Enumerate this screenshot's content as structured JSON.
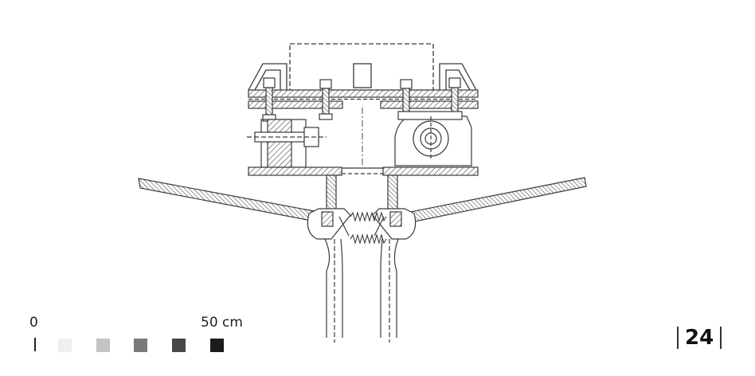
{
  "drawing": {
    "description_icon": "mechanical-section-drawing-icon"
  },
  "scale": {
    "min_label": "0",
    "max_label": "50 cm",
    "swatch_colors": [
      "#efefef",
      "#c4c4c4",
      "#7a7a7a",
      "#474747",
      "#1c1c1c"
    ]
  },
  "page": {
    "number": "24"
  },
  "colors": {
    "line": "#3a3a3a",
    "hatch": "#555555",
    "background": "#ffffff"
  }
}
